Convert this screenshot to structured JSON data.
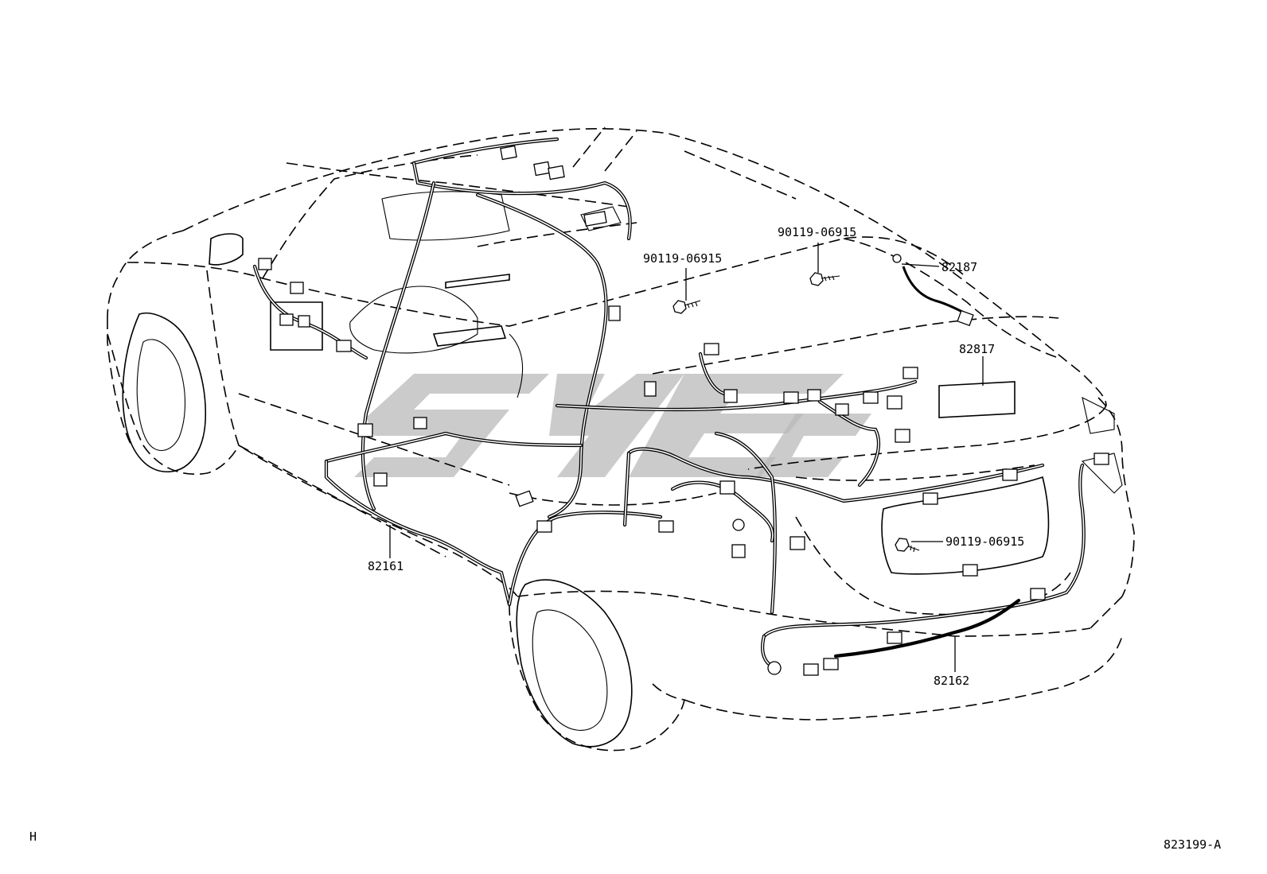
{
  "diagram": {
    "parts": [
      {
        "id": "p1",
        "number": "90119-06915"
      },
      {
        "id": "p2",
        "number": "90119-06915"
      },
      {
        "id": "p3",
        "number": "82187"
      },
      {
        "id": "p4",
        "number": "82817"
      },
      {
        "id": "p5",
        "number": "90119-06915"
      },
      {
        "id": "p6",
        "number": "82161"
      },
      {
        "id": "p7",
        "number": "82162"
      }
    ],
    "corner_left": "H",
    "figure_code": "823199-A"
  },
  "colors": {
    "line": "#000000",
    "background": "#ffffff",
    "watermark": "#b9b9b9"
  }
}
